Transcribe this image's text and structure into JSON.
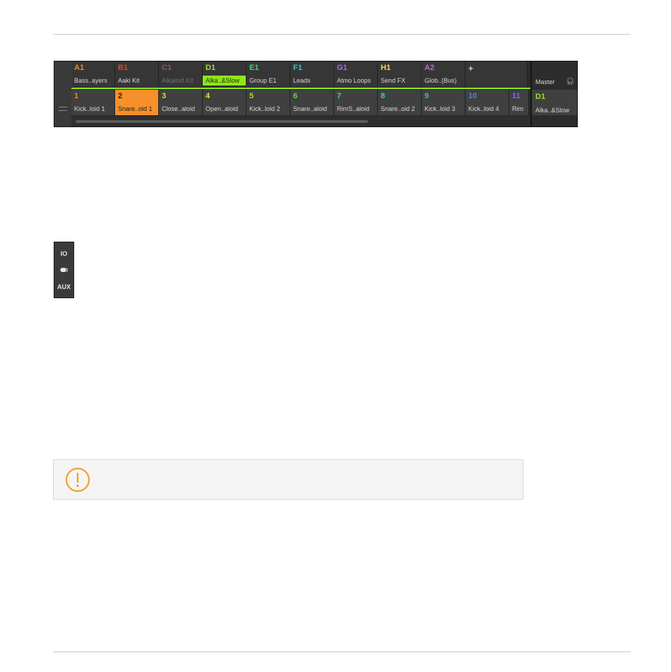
{
  "mixer": {
    "groups": [
      {
        "num": "A1",
        "name": "Bass..ayers",
        "color": "#f08a24"
      },
      {
        "num": "B1",
        "name": "Aaki Kit",
        "color": "#e0442d"
      },
      {
        "num": "C1",
        "name": "Alkaloid Kit",
        "color": "#8a5a4e",
        "dim": true
      },
      {
        "num": "D1",
        "name": "Alka..&Slow",
        "color": "#9ee022",
        "selected": true
      },
      {
        "num": "E1",
        "name": "Group E1",
        "color": "#3ed86a"
      },
      {
        "num": "F1",
        "name": "Leads",
        "color": "#34c4d6"
      },
      {
        "num": "G1",
        "name": "Atmo Loops",
        "color": "#a46ae8"
      },
      {
        "num": "H1",
        "name": "Send FX",
        "color": "#f0e030"
      },
      {
        "num": "A2",
        "name": "Glob..(Bus)",
        "color": "#c860e6"
      }
    ],
    "add_group_symbol": "+",
    "sounds": [
      {
        "num": "1",
        "name": "Kick..loid 1",
        "color": "#f08a24"
      },
      {
        "num": "2",
        "name": "Snare..oid 1",
        "color": "#1c1c1c",
        "selected": true
      },
      {
        "num": "3",
        "name": "Close..aloid",
        "color": "#f0d030"
      },
      {
        "num": "4",
        "name": "Open..aloid",
        "color": "#f0e030"
      },
      {
        "num": "5",
        "name": "Kick..loid 2",
        "color": "#9ee022"
      },
      {
        "num": "6",
        "name": "Snare..aloid",
        "color": "#6ad840"
      },
      {
        "num": "7",
        "name": "RimS..aloid",
        "color": "#3ed8a0"
      },
      {
        "num": "8",
        "name": "Snare..oid 2",
        "color": "#34d0d0"
      },
      {
        "num": "9",
        "name": "Kick..loid 3",
        "color": "#34b8e0"
      },
      {
        "num": "10",
        "name": "Kick..loid 4",
        "color": "#4a86e8"
      },
      {
        "num": "11",
        "name": "Rim",
        "color": "#7a6ae8"
      }
    ],
    "master_label": "Master",
    "headphones_icon": "headphones-icon",
    "selected_group": {
      "num": "D1",
      "name": "Alka..&Slow",
      "color": "#9ee022"
    }
  },
  "io_panel": {
    "io_label": "IO",
    "plug_icon": "plug-icon",
    "aux_label": "AUX"
  },
  "note_box": {
    "icon": "warning-icon",
    "icon_color": "#f0a030"
  }
}
